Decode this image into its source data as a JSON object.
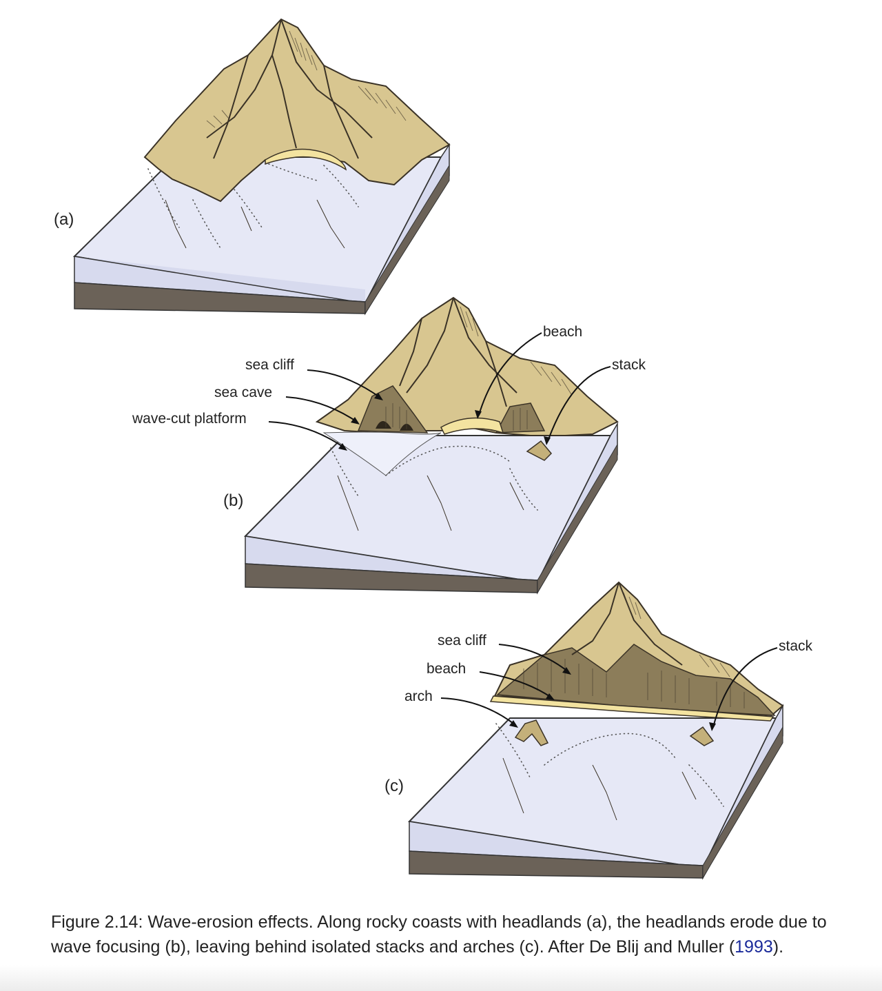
{
  "panels": {
    "a": {
      "label": "(a)"
    },
    "b": {
      "label": "(b)",
      "callouts": {
        "sea_cliff": "sea cliff",
        "sea_cave": "sea cave",
        "wave_cut_platform": "wave-cut platform",
        "beach": "beach",
        "stack": "stack"
      }
    },
    "c": {
      "label": "(c)",
      "callouts": {
        "sea_cliff": "sea cliff",
        "beach": "beach",
        "arch": "arch",
        "stack": "stack"
      }
    }
  },
  "colors": {
    "land": "#d8c690",
    "land_shadow": "#8c7d5a",
    "beach": "#f3e3a0",
    "sea": "#e6e8f6",
    "block_side": "#d7daee",
    "bedrock": "#6b6258",
    "caption_link": "#1a2a9a"
  },
  "caption": {
    "text_before_link": "Figure 2.14: Wave-erosion effects. Along rocky coasts with headlands (a), the headlands erode due to wave focusing (b), leaving behind isolated stacks and arches (c). After De Blij and Muller (",
    "link_text": "1993",
    "text_after_link": ")."
  }
}
